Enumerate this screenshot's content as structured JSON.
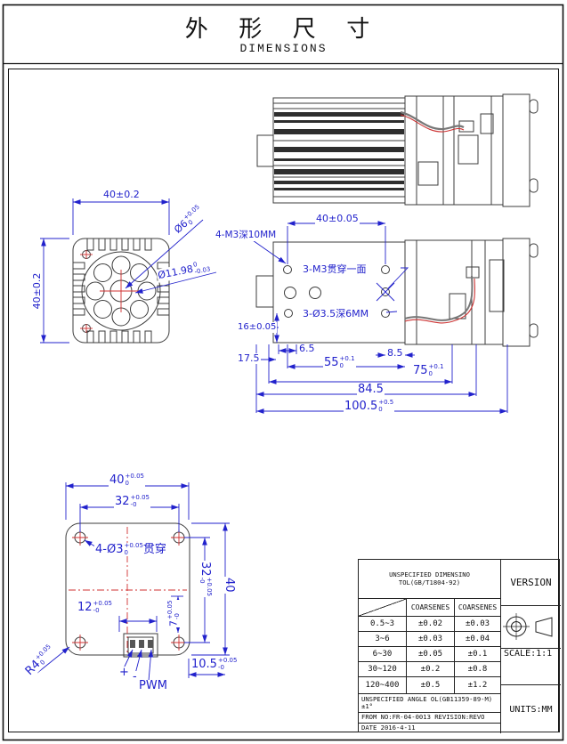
{
  "page": {
    "title_cn": "外 形 尺 寸",
    "title_en": "DIMENSIONS"
  },
  "colors": {
    "dimension_blue": "#2222cc",
    "outline": "#3c3c3c",
    "centerline_red": "#d03030"
  },
  "fan_front_view": {
    "dim_width": "40±0.2",
    "dim_height": "40±0.2",
    "dim_hole": {
      "v": "Ø6",
      "up": "+0.05",
      "dn": "0"
    },
    "dim_bore": {
      "v": "Ø11.98",
      "up": "0",
      "dn": "-0.03"
    }
  },
  "side_view": {
    "dim_width": "40±0.05",
    "screws_label": "4-M3深10MM",
    "thru_label": "3-M3贯穿一面",
    "counter_label": "3-Ø3.5深6MM",
    "d16": "16±0.05",
    "d175": "17.5",
    "d65": "6.5",
    "d55": {
      "v": "55",
      "up": "+0.1",
      "dn": "0"
    },
    "d85": "8.5",
    "d75": {
      "v": "75",
      "up": "+0.1",
      "dn": "0"
    },
    "d845": "84.5",
    "d1005": {
      "v": "100.5",
      "up": "+0.5",
      "dn": "0"
    }
  },
  "bottom_view": {
    "w40": {
      "v": "40",
      "up": "+0.05",
      "dn": "0"
    },
    "w32": {
      "v": "32",
      "up": "+0.05",
      "dn": "-0"
    },
    "holes": {
      "v": "4-Ø3",
      "up": "+0.05",
      "dn": "0",
      "suffix": "贯穿"
    },
    "h32": {
      "v": "32",
      "up": "+0.05",
      "dn": "-0"
    },
    "h40": "40",
    "d12": {
      "v": "12",
      "up": "+0.05",
      "dn": "-0"
    },
    "d7": {
      "v": "7",
      "up": "+0.05",
      "dn": "-0"
    },
    "d105": {
      "v": "10.5",
      "up": "+0.05",
      "dn": "-0"
    },
    "r4": {
      "v": "R4",
      "up": "+0.05",
      "dn": "0"
    },
    "pin_plus": "+",
    "pin_minus": "-",
    "pin_pwm": "PWM"
  },
  "title_block": {
    "tol_header": "UNSPECIFIED DIMENSINO TOL(GB/T1804-92)",
    "version_label": "VERSION",
    "col_fine": "COARSENES",
    "col_coarse": "COARSENES",
    "rows": [
      {
        "range": "0.5~3",
        "fine": "±0.02",
        "coarse": "±0.03"
      },
      {
        "range": "3~6",
        "fine": "±0.03",
        "coarse": "±0.04"
      },
      {
        "range": "6~30",
        "fine": "±0.05",
        "coarse": "±0.1"
      },
      {
        "range": "30~120",
        "fine": "±0.2",
        "coarse": "±0.8"
      },
      {
        "range": "120~400",
        "fine": "±0.5",
        "coarse": "±1.2"
      }
    ],
    "angle_note": "UNSPECIFIED ANGLE OL(GB11359-89-M)±1°",
    "from_no": "FROM NO:FR-04-0013 REVISION:REVO",
    "date": "DATE 2016-4-11",
    "scale": "SCALE:1:1",
    "units": "UNITS:MM",
    "projection_icons": [
      "first-angle-circle-icon",
      "first-angle-cone-icon"
    ]
  }
}
